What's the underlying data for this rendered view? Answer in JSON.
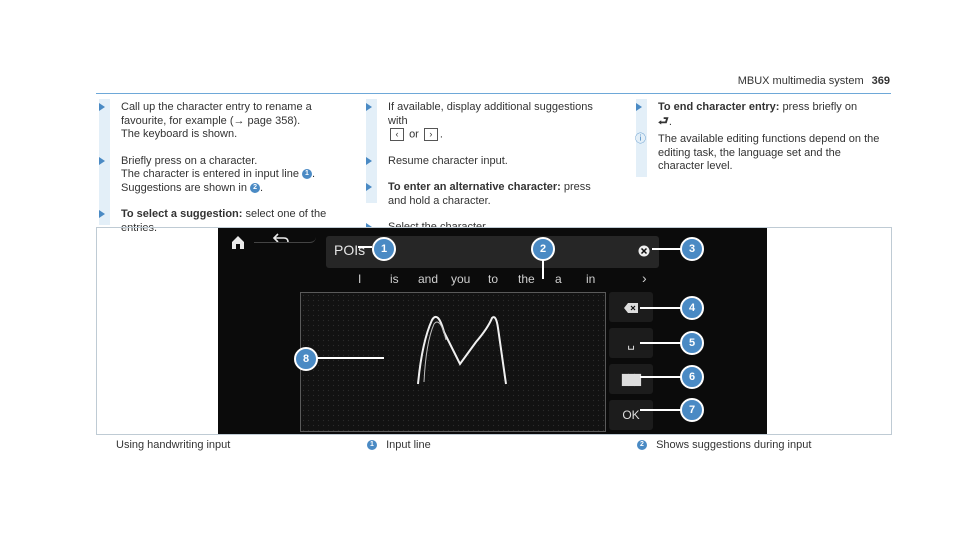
{
  "header": {
    "title": "MBUX multimedia system",
    "page": "369"
  },
  "col1": {
    "item1_line1": "Call up the character entry to rename a favourite, for example (",
    "item1_ref": "→ page 358",
    "item1_end": ").",
    "item1_line2": "The keyboard is shown.",
    "item2_line1": "Briefly press on a character.",
    "item2_line2a": "The character is entered in input line ",
    "item2_line3a": "Suggestions are shown in ",
    "item3_bold": "To select a suggestion:",
    "item3_rest": " select one of the entries."
  },
  "col2": {
    "item1_text": "If available, display additional suggestions with",
    "item1_or": "or",
    "item2_text": "Resume character input.",
    "item3_bold": "To enter an alternative character:",
    "item3_rest": " press and hold a character.",
    "item4_text": "Select the character."
  },
  "col3": {
    "item1_bold": "To end character entry:",
    "item1_rest": " press briefly on",
    "item2_text": "The available editing functions depend on the editing task, the language set and the character level."
  },
  "screen": {
    "input_text": "POIs",
    "suggestions": [
      "I",
      "is",
      "and",
      "you",
      "to",
      "the",
      "a",
      "in"
    ],
    "more_icon": "›",
    "ok_label": "OK",
    "callouts": [
      "1",
      "2",
      "3",
      "4",
      "5",
      "6",
      "7",
      "8"
    ]
  },
  "captions": {
    "main": "Using handwriting input",
    "c1_num": "1",
    "c1_text": "Input line",
    "c2_num": "2",
    "c2_text": "Shows suggestions during input"
  },
  "colors": {
    "accent": "#4a8ac4",
    "rule": "#6ea8d8",
    "screen_bg": "#0b0b0b"
  }
}
